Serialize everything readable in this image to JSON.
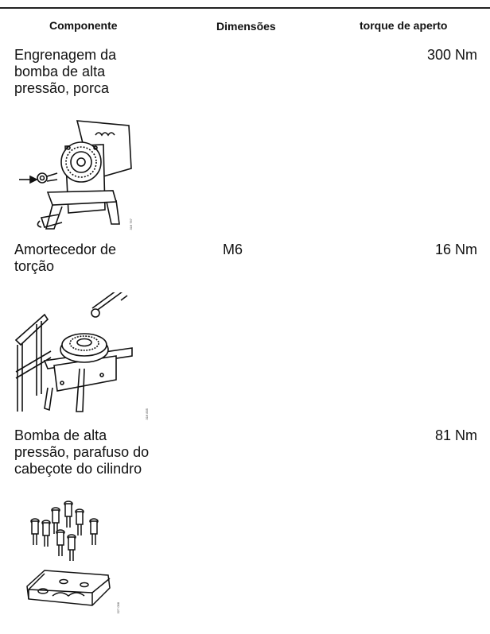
{
  "table": {
    "headers": {
      "component": "Componente",
      "dimensions": "Dimensões",
      "torque": "torque de aperto"
    },
    "rows": [
      {
        "component": "Engrenagem da bomba de alta pressão, porca",
        "dimensions": "",
        "torque": "300 Nm",
        "figure_code": "316 767"
      },
      {
        "component": "Amortecedor de torção",
        "dimensions": "M6",
        "torque": "16 Nm",
        "figure_code": "316 835"
      },
      {
        "component": "Bomba de alta pressão, parafuso do cabeçote do cilindro",
        "dimensions": "",
        "torque": "81 Nm",
        "figure_code": "327 098"
      }
    ]
  }
}
